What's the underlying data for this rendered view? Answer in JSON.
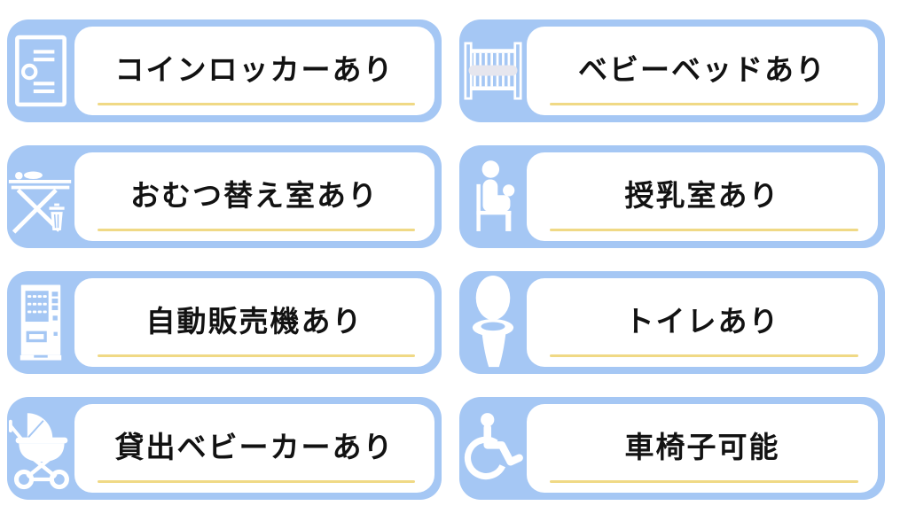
{
  "theme": {
    "card_bg": "#a5c7f4",
    "panel_bg": "#ffffff",
    "underline_color": "#f0d985",
    "text_color": "#121212",
    "icon_color": "#ffffff",
    "mattress_color": "#e6e6ee"
  },
  "cards": [
    {
      "label": "コインロッカーあり",
      "icon": "coin-locker-icon"
    },
    {
      "label": "ベビーベッドあり",
      "icon": "baby-crib-icon"
    },
    {
      "label": "おむつ替え室あり",
      "icon": "diaper-changing-table-icon"
    },
    {
      "label": "授乳室あり",
      "icon": "nursing-room-icon"
    },
    {
      "label": "自動販売機あり",
      "icon": "vending-machine-icon"
    },
    {
      "label": "トイレあり",
      "icon": "toilet-icon"
    },
    {
      "label": "貸出ベビーカーあり",
      "icon": "stroller-icon"
    },
    {
      "label": "車椅子可能",
      "icon": "wheelchair-icon"
    }
  ]
}
